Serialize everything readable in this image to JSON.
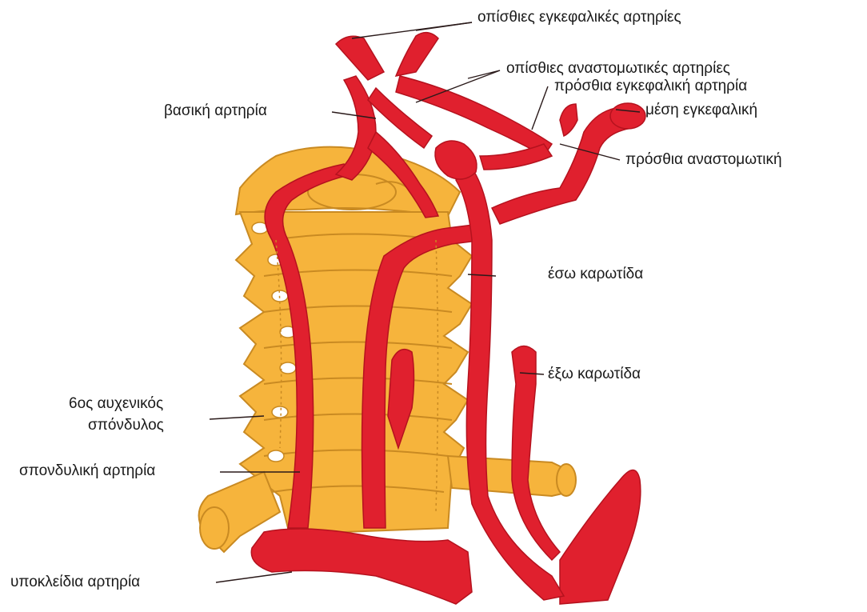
{
  "labels": {
    "posterior_cerebral": "οπίσθιες εγκεφαλικές αρτηρίες",
    "posterior_communicating": "οπίσθιες αναστομωτικές αρτηρίες",
    "anterior_cerebral": "πρόσθια εγκεφαλική αρτηρία",
    "middle_cerebral": "μέση εγκεφαλική",
    "anterior_communicating": "πρόσθια αναστομωτική",
    "basilar": "βασική αρτηρία",
    "internal_carotid": "έσω καρωτίδα",
    "external_carotid": "έξω καρωτίδα",
    "sixth_cervical_line1": "6ος αυχενικός",
    "sixth_cervical_line2": "σπόνδυλος",
    "vertebral": "σπονδυλική αρτηρία",
    "subclavian": "υποκλείδια αρτηρία"
  },
  "colors": {
    "artery": "#e0202e",
    "artery_dark": "#b5121e",
    "bone": "#f6b43c",
    "bone_dark": "#c98a22"
  }
}
